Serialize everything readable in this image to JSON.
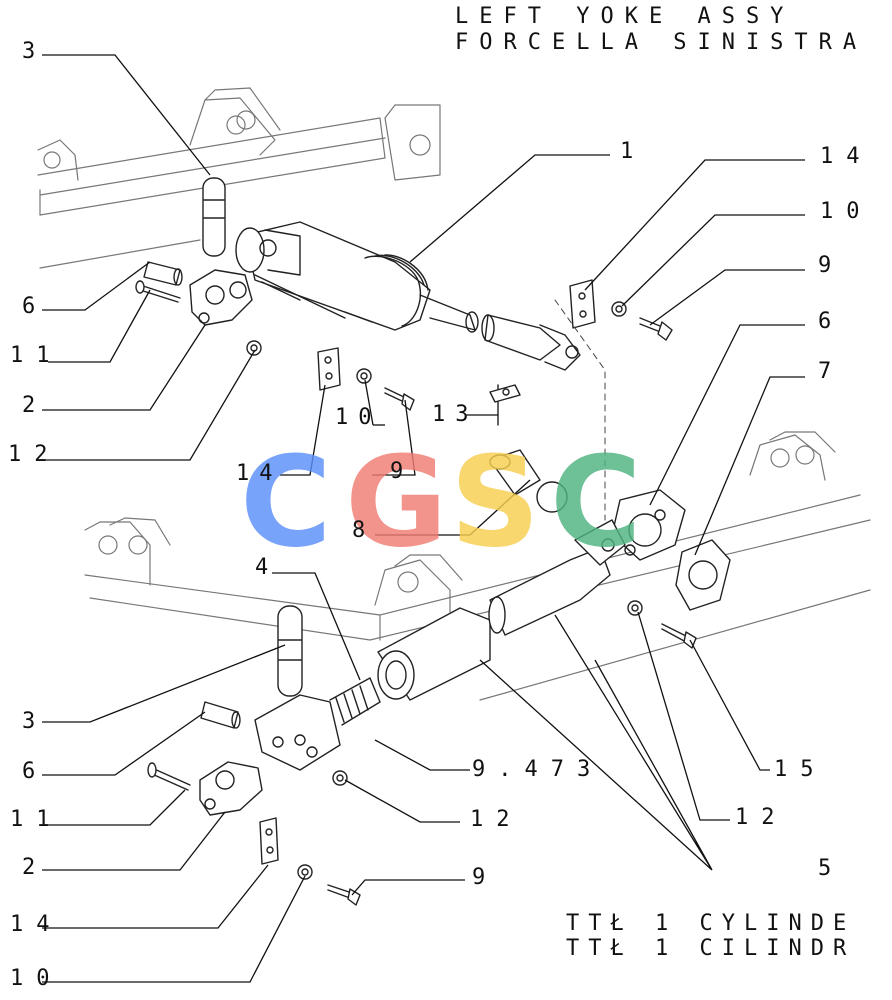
{
  "header": {
    "title_en": "LEFT YOKE ASSY",
    "title_it": "FORCELLA SINISTRA"
  },
  "footer": {
    "line1": "TTŁ 1 CYLINDE",
    "line2": "TTŁ 1 CILINDR"
  },
  "watermark": {
    "letters": [
      "C",
      "G",
      "S",
      "C"
    ],
    "colors": [
      "#5b8ff9",
      "#f07c73",
      "#f7cf4f",
      "#4fb481"
    ]
  },
  "callouts": [
    {
      "id": "c3a",
      "text": "3"
    },
    {
      "id": "c1",
      "text": "1"
    },
    {
      "id": "c14a",
      "text": "14"
    },
    {
      "id": "c10a",
      "text": "10"
    },
    {
      "id": "c9a",
      "text": "9"
    },
    {
      "id": "c6a",
      "text": "6"
    },
    {
      "id": "c11a",
      "text": "11"
    },
    {
      "id": "c6b",
      "text": "6"
    },
    {
      "id": "c7",
      "text": "7"
    },
    {
      "id": "c2a",
      "text": "2"
    },
    {
      "id": "c12a",
      "text": "12"
    },
    {
      "id": "c10b",
      "text": "10"
    },
    {
      "id": "c13",
      "text": "13"
    },
    {
      "id": "c9b",
      "text": "9"
    },
    {
      "id": "c14b",
      "text": "14"
    },
    {
      "id": "c8",
      "text": "8"
    },
    {
      "id": "c4",
      "text": "4"
    },
    {
      "id": "c3b",
      "text": "3"
    },
    {
      "id": "c6c",
      "text": "6"
    },
    {
      "id": "c9473",
      "text": "9.473"
    },
    {
      "id": "c15",
      "text": "15"
    },
    {
      "id": "c11b",
      "text": "11"
    },
    {
      "id": "c12b",
      "text": "12"
    },
    {
      "id": "c12c",
      "text": "12"
    },
    {
      "id": "c2b",
      "text": "2"
    },
    {
      "id": "c5",
      "text": "5"
    },
    {
      "id": "c9c",
      "text": "9"
    },
    {
      "id": "c14c",
      "text": "14"
    },
    {
      "id": "c10c",
      "text": "10"
    }
  ]
}
